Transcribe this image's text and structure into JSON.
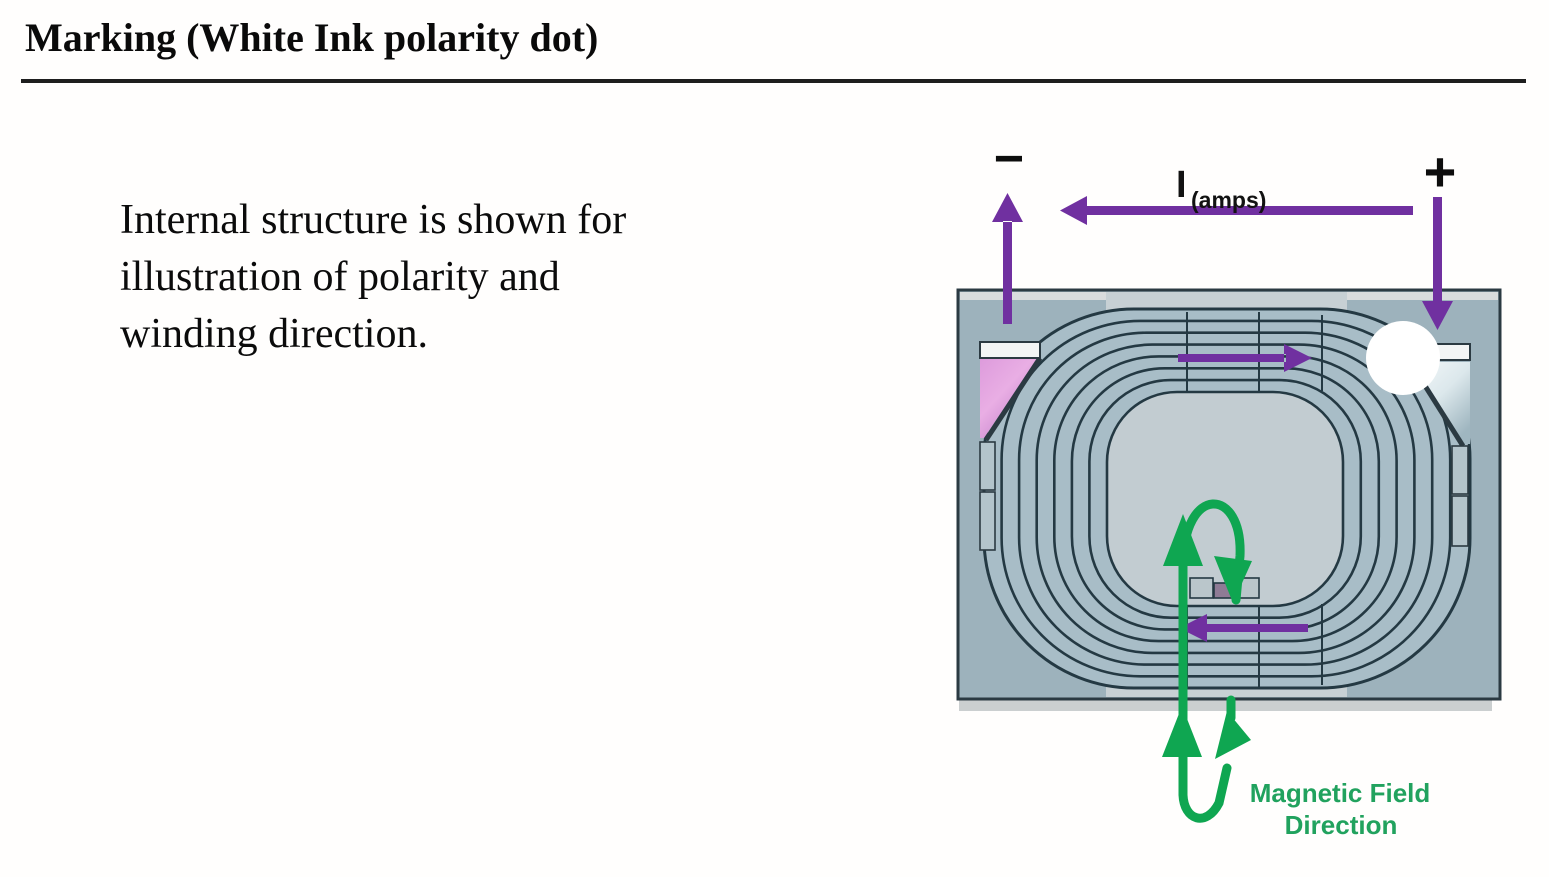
{
  "page": {
    "title": "Marking (White Ink polarity dot)",
    "description_lines": [
      "Internal structure is shown for",
      "illustration of polarity and",
      "winding direction."
    ]
  },
  "diagram": {
    "negative_terminal_label": "−",
    "positive_terminal_label": "+",
    "current_symbol": "I",
    "current_subscript": "(amps)",
    "magnetic_field_label_line1": "Magnetic Field",
    "magnetic_field_label_line2": "Direction",
    "colors": {
      "current_arrow_purple": "#7030A0",
      "magnetic_field_green": "#0FA651",
      "magnetic_field_text_green": "#21A25E",
      "polarity_dot_white": "#FFFFFF",
      "terminal_pink": "#DD9BDC",
      "component_body": "#9DB2BC",
      "winding_outline": "#243943"
    }
  }
}
